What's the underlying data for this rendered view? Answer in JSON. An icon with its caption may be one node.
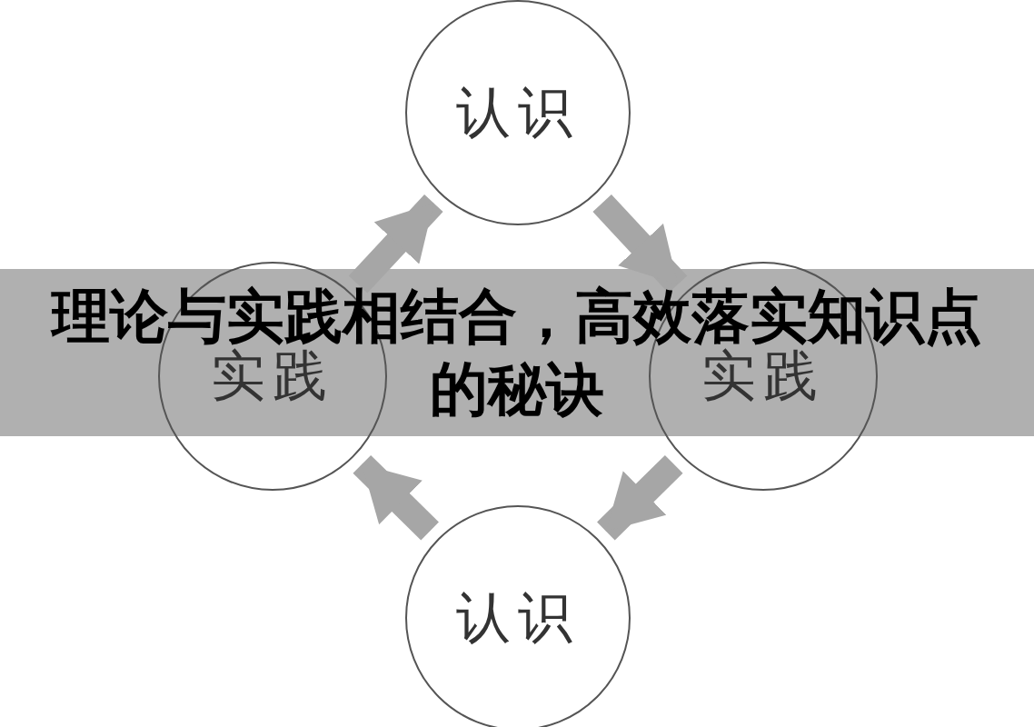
{
  "diagram": {
    "title": "理论与实践相结合，高效落实知识点的秘诀",
    "nodes": [
      {
        "text": [
          "认识"
        ]
      },
      {
        "text": [
          "实践"
        ]
      },
      {
        "text": [
          "实践"
        ]
      },
      {
        "text": [
          "认识"
        ]
      }
    ],
    "edges": [
      {
        "from": 1,
        "to": 0,
        "arrow": "to"
      },
      {
        "from": 0,
        "to": 2,
        "arrow": "to"
      },
      {
        "from": 2,
        "to": 3,
        "arrow": "to"
      },
      {
        "from": 3,
        "to": 1,
        "arrow": "to"
      }
    ]
  }
}
